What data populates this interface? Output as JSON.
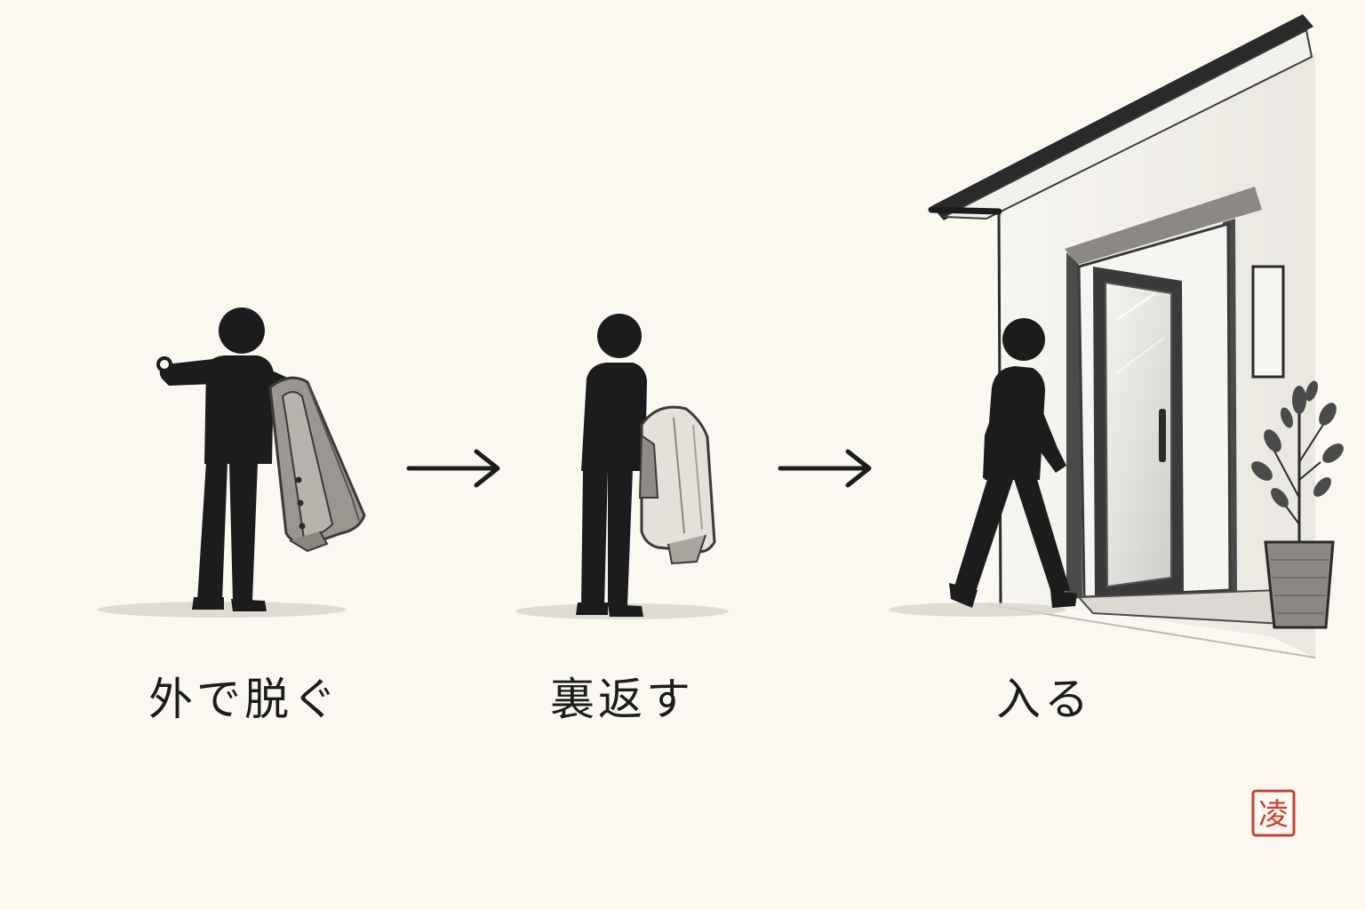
{
  "steps": [
    {
      "label": "外で脱ぐ",
      "figure": "person-removing-coat"
    },
    {
      "label": "裏返す",
      "figure": "person-holding-inside-out-coat"
    },
    {
      "label": "入る",
      "figure": "person-entering-house"
    }
  ],
  "connectors": [
    "arrow-right-icon",
    "arrow-right-icon"
  ],
  "seal": {
    "icon": "red-seal-stamp",
    "glyph": "凌"
  },
  "colors": {
    "background": "#faf8f1",
    "ink": "#1c1c1c",
    "coat_grey": "#9a9690",
    "coat_light": "#e4e1da",
    "seal_red": "#c8412f"
  }
}
